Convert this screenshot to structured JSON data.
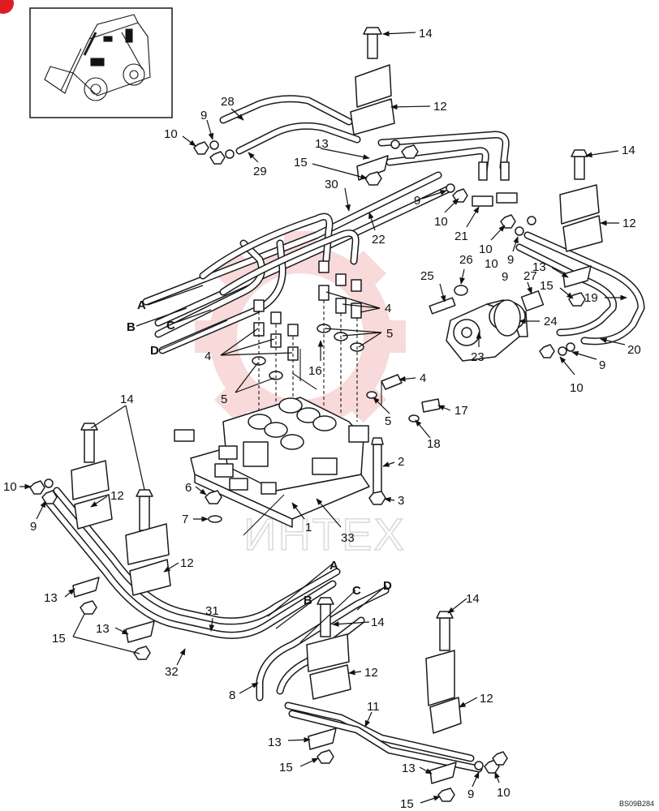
{
  "diagram": {
    "reference_code": "BS09B284",
    "watermark_text": "ИНТЕХ",
    "inset": {
      "icon": "skid-steer-loader-icon"
    },
    "callouts": [
      {
        "id": "c14a",
        "text": "14"
      },
      {
        "id": "c12a",
        "text": "12"
      },
      {
        "id": "c28",
        "text": "28"
      },
      {
        "id": "c9a",
        "text": "9"
      },
      {
        "id": "c10a",
        "text": "10"
      },
      {
        "id": "c29",
        "text": "29"
      },
      {
        "id": "c13a",
        "text": "13"
      },
      {
        "id": "c15a",
        "text": "15"
      },
      {
        "id": "c30",
        "text": "30"
      },
      {
        "id": "c22",
        "text": "22"
      },
      {
        "id": "c9b",
        "text": "9"
      },
      {
        "id": "c10b",
        "text": "10"
      },
      {
        "id": "c21",
        "text": "21"
      },
      {
        "id": "c10c",
        "text": "10"
      },
      {
        "id": "c9c",
        "text": "9"
      },
      {
        "id": "c14b",
        "text": "14"
      },
      {
        "id": "c12b",
        "text": "12"
      },
      {
        "id": "c13b",
        "text": "13"
      },
      {
        "id": "c15b",
        "text": "15"
      },
      {
        "id": "c19",
        "text": "19"
      },
      {
        "id": "c20",
        "text": "20"
      },
      {
        "id": "c9d",
        "text": "9"
      },
      {
        "id": "c10d",
        "text": "10"
      },
      {
        "id": "c9e",
        "text": "9"
      },
      {
        "id": "c10e",
        "text": "10"
      },
      {
        "id": "c25",
        "text": "25"
      },
      {
        "id": "c26",
        "text": "26"
      },
      {
        "id": "c27",
        "text": "27"
      },
      {
        "id": "c24",
        "text": "24"
      },
      {
        "id": "c23",
        "text": "23"
      },
      {
        "id": "c4a",
        "text": "4"
      },
      {
        "id": "c5a",
        "text": "5"
      },
      {
        "id": "c4b",
        "text": "4"
      },
      {
        "id": "c5b",
        "text": "5"
      },
      {
        "id": "c16",
        "text": "16"
      },
      {
        "id": "c4c",
        "text": "4"
      },
      {
        "id": "c5c",
        "text": "5"
      },
      {
        "id": "c17",
        "text": "17"
      },
      {
        "id": "c18",
        "text": "18"
      },
      {
        "id": "c2",
        "text": "2"
      },
      {
        "id": "c3",
        "text": "3"
      },
      {
        "id": "c6",
        "text": "6"
      },
      {
        "id": "c7",
        "text": "7"
      },
      {
        "id": "c1",
        "text": "1"
      },
      {
        "id": "c33",
        "text": "33"
      },
      {
        "id": "c14c",
        "text": "14"
      },
      {
        "id": "c10f",
        "text": "10"
      },
      {
        "id": "c9f",
        "text": "9"
      },
      {
        "id": "c12c",
        "text": "12"
      },
      {
        "id": "c12d",
        "text": "12"
      },
      {
        "id": "c13c",
        "text": "13"
      },
      {
        "id": "c15c",
        "text": "15"
      },
      {
        "id": "c13d",
        "text": "13"
      },
      {
        "id": "c31",
        "text": "31"
      },
      {
        "id": "c32",
        "text": "32"
      },
      {
        "id": "c14d",
        "text": "14"
      },
      {
        "id": "c12e",
        "text": "12"
      },
      {
        "id": "c8",
        "text": "8"
      },
      {
        "id": "c11",
        "text": "11"
      },
      {
        "id": "c13e",
        "text": "13"
      },
      {
        "id": "c15d",
        "text": "15"
      },
      {
        "id": "c14e",
        "text": "14"
      },
      {
        "id": "c12f",
        "text": "12"
      },
      {
        "id": "c13f",
        "text": "13"
      },
      {
        "id": "c9g",
        "text": "9"
      },
      {
        "id": "c10g",
        "text": "10"
      },
      {
        "id": "c15e",
        "text": "15"
      }
    ],
    "line_letters": [
      {
        "id": "uA",
        "text": "A"
      },
      {
        "id": "uB",
        "text": "B"
      },
      {
        "id": "uC",
        "text": "C"
      },
      {
        "id": "uD",
        "text": "D"
      },
      {
        "id": "lA",
        "text": "A"
      },
      {
        "id": "lB",
        "text": "B"
      },
      {
        "id": "lC",
        "text": "C"
      },
      {
        "id": "lD",
        "text": "D"
      }
    ],
    "colors": {
      "line": "#1a1a1a",
      "watermark": "#f2b8b8",
      "corner_badge": "#e01b24"
    }
  }
}
